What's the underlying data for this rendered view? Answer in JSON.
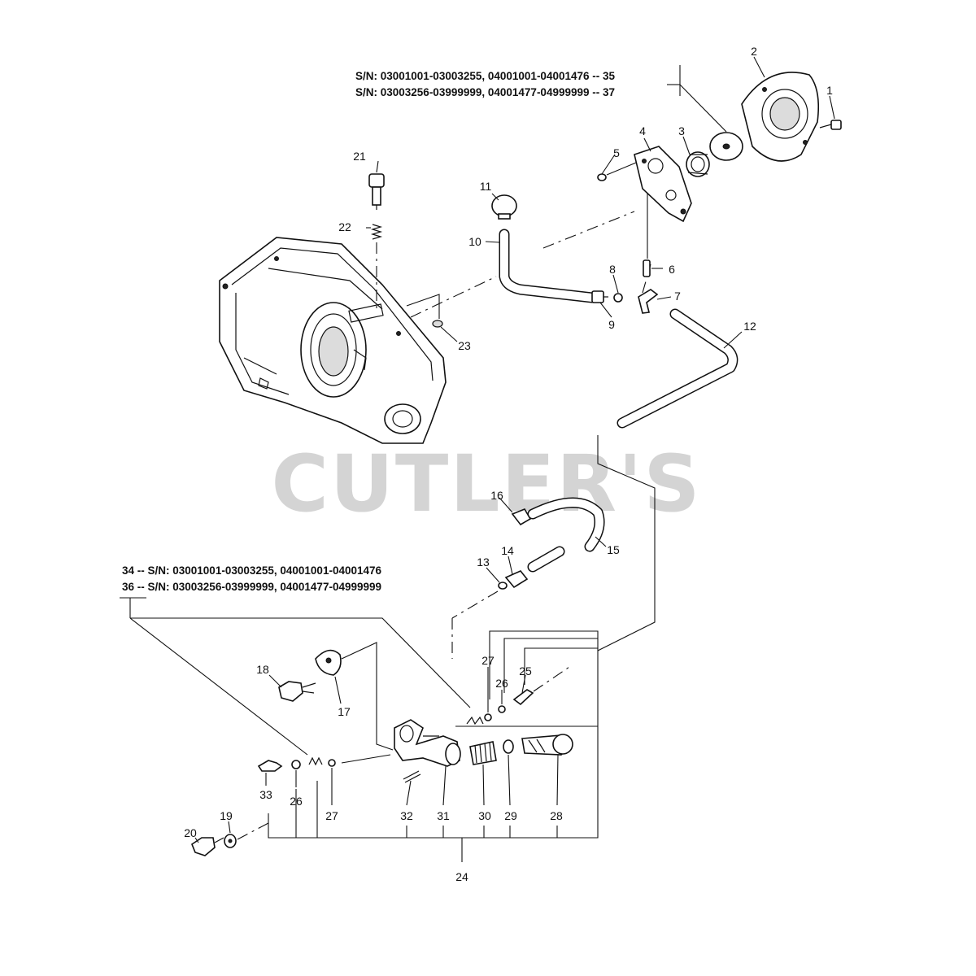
{
  "watermark": {
    "text": "CUTLER'S",
    "color": "#d4d4d4"
  },
  "serial_notes": {
    "top": [
      {
        "text": "S/N: 03001001-03003255, 04001001-04001476 -- 35"
      },
      {
        "text": "S/N: 03003256-03999999, 04001477-04999999 -- 37"
      }
    ],
    "bottom": [
      {
        "text": "34 -- S/N: 03001001-03003255, 04001001-04001476"
      },
      {
        "text": "36 -- S/N: 03003256-03999999, 04001477-04999999"
      }
    ]
  },
  "callouts": [
    {
      "number": "1"
    },
    {
      "number": "2"
    },
    {
      "number": "3"
    },
    {
      "number": "4"
    },
    {
      "number": "5"
    },
    {
      "number": "6"
    },
    {
      "number": "7"
    },
    {
      "number": "8"
    },
    {
      "number": "9"
    },
    {
      "number": "10"
    },
    {
      "number": "11"
    },
    {
      "number": "12"
    },
    {
      "number": "13"
    },
    {
      "number": "14"
    },
    {
      "number": "15"
    },
    {
      "number": "16"
    },
    {
      "number": "17"
    },
    {
      "number": "18"
    },
    {
      "number": "19"
    },
    {
      "number": "20"
    },
    {
      "number": "21"
    },
    {
      "number": "22"
    },
    {
      "number": "23"
    },
    {
      "number": "24"
    },
    {
      "number": "25"
    },
    {
      "number": "26"
    },
    {
      "number": "27"
    },
    {
      "number": "28"
    },
    {
      "number": "29"
    },
    {
      "number": "30"
    },
    {
      "number": "31"
    },
    {
      "number": "32"
    },
    {
      "number": "33"
    },
    {
      "number": "26"
    },
    {
      "number": "27"
    }
  ]
}
